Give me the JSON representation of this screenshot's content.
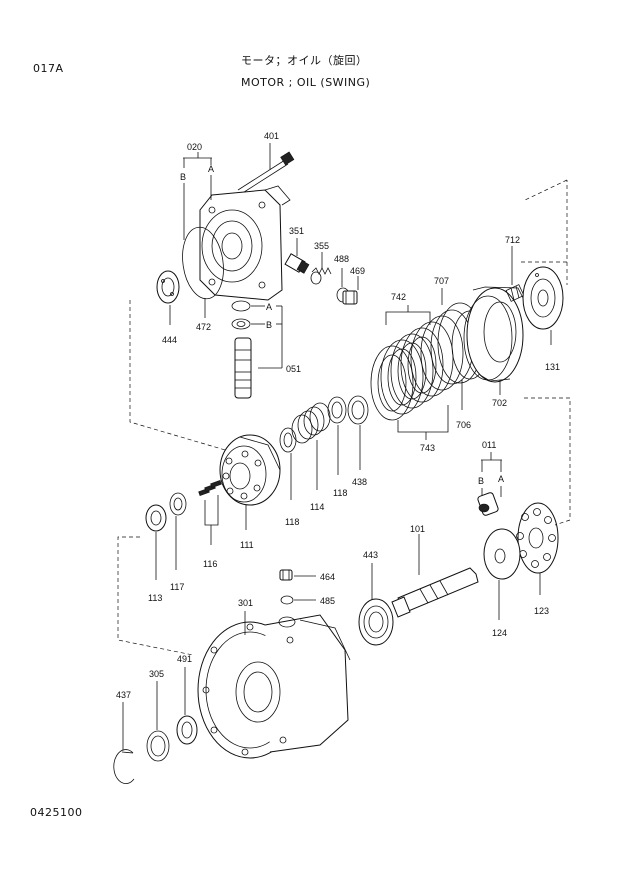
{
  "header": {
    "page_code": "017A",
    "title_ja": "モータ；オイル（旋回）",
    "title_en": "MOTOR ; OIL (SWING)"
  },
  "footer": {
    "doc_number": "0425100"
  },
  "callouts": {
    "c401": "401",
    "c020": "020",
    "cA1": "A",
    "cB1": "B",
    "c351": "351",
    "c355": "355",
    "c488": "488",
    "c469": "469",
    "cA2": "A",
    "cB2": "B",
    "c051": "051",
    "c472": "472",
    "c444": "444",
    "c712": "712",
    "c707": "707",
    "c742": "742",
    "c131": "131",
    "c702": "702",
    "c706": "706",
    "c743": "743",
    "c438": "438",
    "c118a": "118",
    "c114": "114",
    "c118b": "118",
    "c111": "111",
    "c116": "116",
    "c113": "113",
    "c117": "117",
    "c011": "011",
    "cB3": "B",
    "cA3": "A",
    "c101": "101",
    "c443": "443",
    "c464": "464",
    "c485": "485",
    "c301": "301",
    "c124": "124",
    "c123": "123",
    "c491": "491",
    "c305": "305",
    "c437": "437"
  }
}
